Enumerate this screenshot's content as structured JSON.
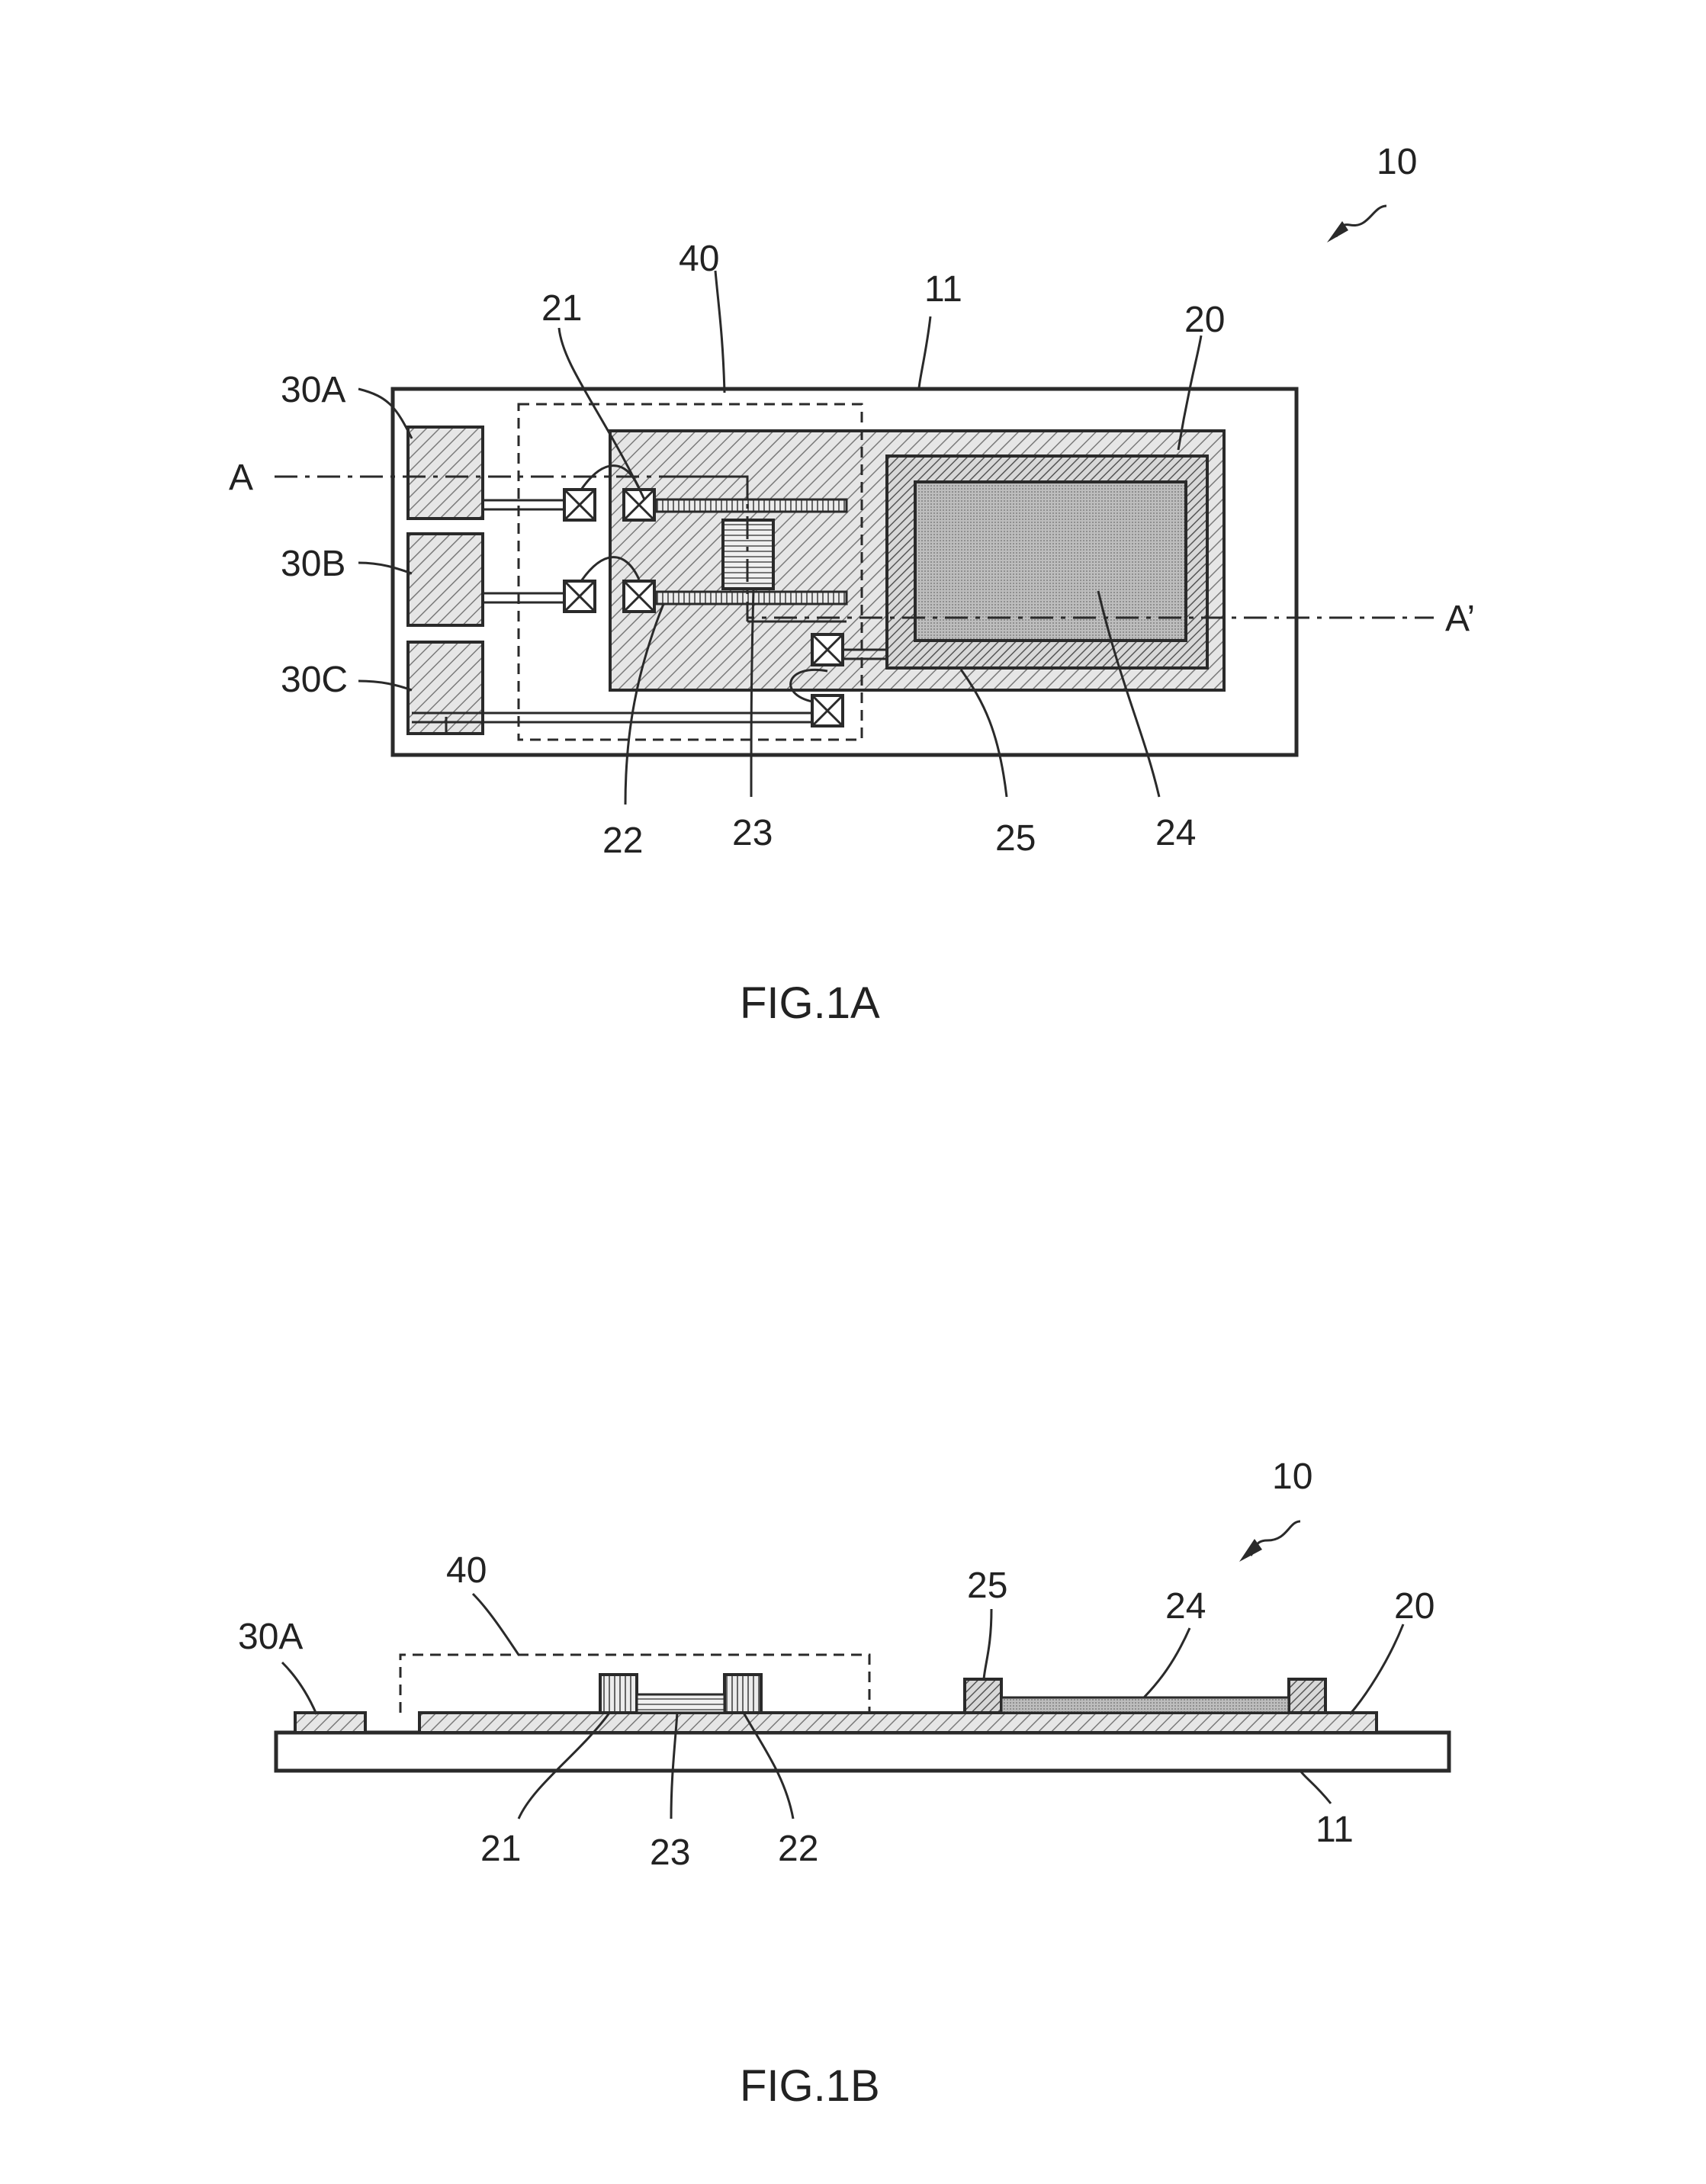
{
  "figures": [
    {
      "id": "fig1a",
      "caption": "FIG.1A",
      "labels": {
        "device": "10",
        "substrate": "11",
        "layer": "20",
        "electrode1": "21",
        "electrode2": "22",
        "channel": "23",
        "sensing": "24",
        "contact": "25",
        "region": "40",
        "pad_a": "30A",
        "pad_b": "30B",
        "pad_c": "30C",
        "section_a": "A",
        "section_a_prime": "A’"
      }
    },
    {
      "id": "fig1b",
      "caption": "FIG.1B",
      "labels": {
        "device": "10",
        "region": "40",
        "pad_a": "30A",
        "contact": "25",
        "sensing": "24",
        "layer": "20",
        "electrode1": "21",
        "channel": "23",
        "electrode2": "22",
        "substrate": "11"
      }
    }
  ],
  "colors": {
    "line": "#2a2a2a",
    "hatch": "#8a8a8a",
    "dot": "#a8a8a8",
    "background": "#ffffff"
  }
}
